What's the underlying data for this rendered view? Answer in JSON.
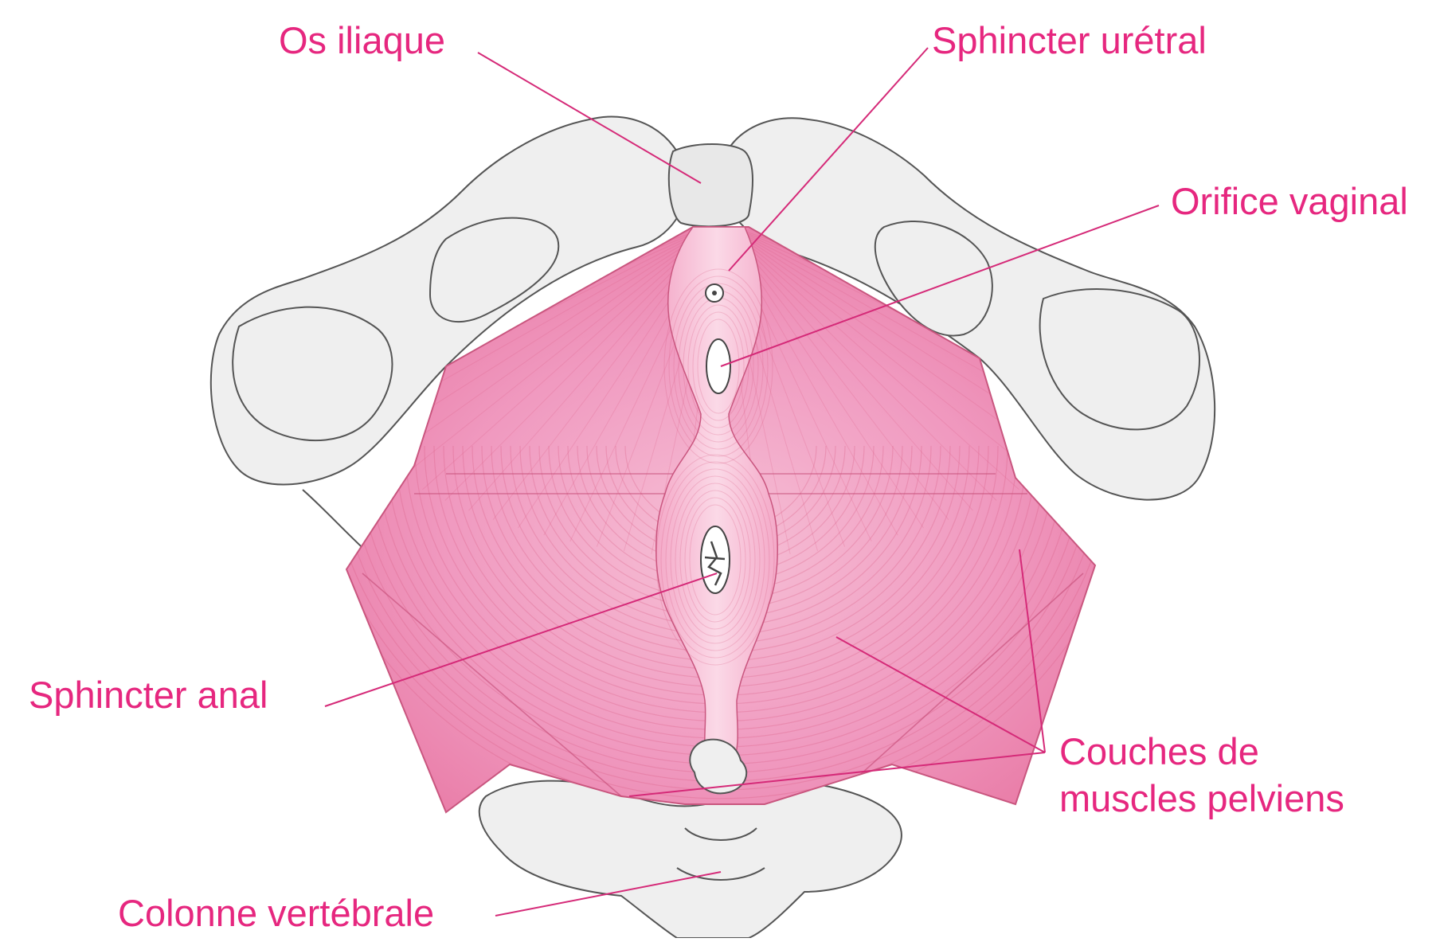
{
  "colors": {
    "label": "#e6277f",
    "leader": "#d52a78",
    "muscle_dark": "#ea7fa7",
    "muscle_mid": "#f19cbf",
    "muscle_light": "#f8cadd",
    "fiber": "#d9567f",
    "bone_fill": "#efefef",
    "bone_stroke": "#555555"
  },
  "labels": {
    "os_iliaque": "Os iliaque",
    "sphincter_uretral": "Sphincter urétral",
    "orifice_vaginal": "Orifice vaginal",
    "sphincter_anal": "Sphincter anal",
    "couches_de_muscles": "Couches de\nmuscles pelviens",
    "colonne_vertebrale": "Colonne vertébrale"
  }
}
